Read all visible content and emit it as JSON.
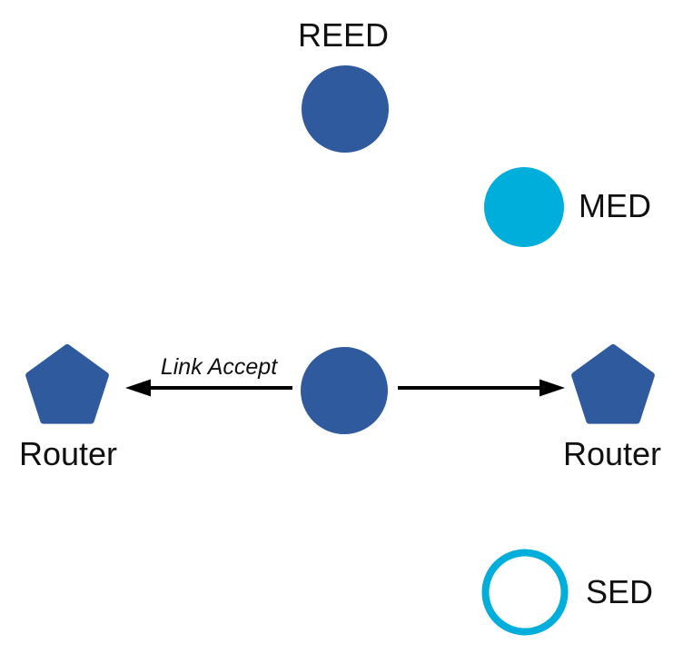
{
  "diagram": {
    "background": "#ffffff",
    "colors": {
      "node_blue": "#2F5A9E",
      "node_cyan": "#00AEDC",
      "arrow_black": "#000000",
      "label_text": "#111111"
    },
    "nodes": [
      {
        "id": "reed",
        "label": "REED",
        "shape": "circle",
        "fill": "solid-blue"
      },
      {
        "id": "med",
        "label": "MED",
        "shape": "circle",
        "fill": "solid-cyan"
      },
      {
        "id": "parent",
        "label": "",
        "shape": "circle",
        "fill": "solid-blue"
      },
      {
        "id": "router_left",
        "label": "Router",
        "shape": "pentagon",
        "fill": "solid-blue"
      },
      {
        "id": "router_right",
        "label": "Router",
        "shape": "pentagon",
        "fill": "solid-blue"
      },
      {
        "id": "sed",
        "label": "SED",
        "shape": "circle-outline",
        "fill": "outline-cyan"
      }
    ],
    "edges": [
      {
        "from": "parent",
        "to": "router_left",
        "label": "Link Accept",
        "direction": "left"
      },
      {
        "from": "parent",
        "to": "router_right",
        "label": "",
        "direction": "right"
      }
    ]
  }
}
